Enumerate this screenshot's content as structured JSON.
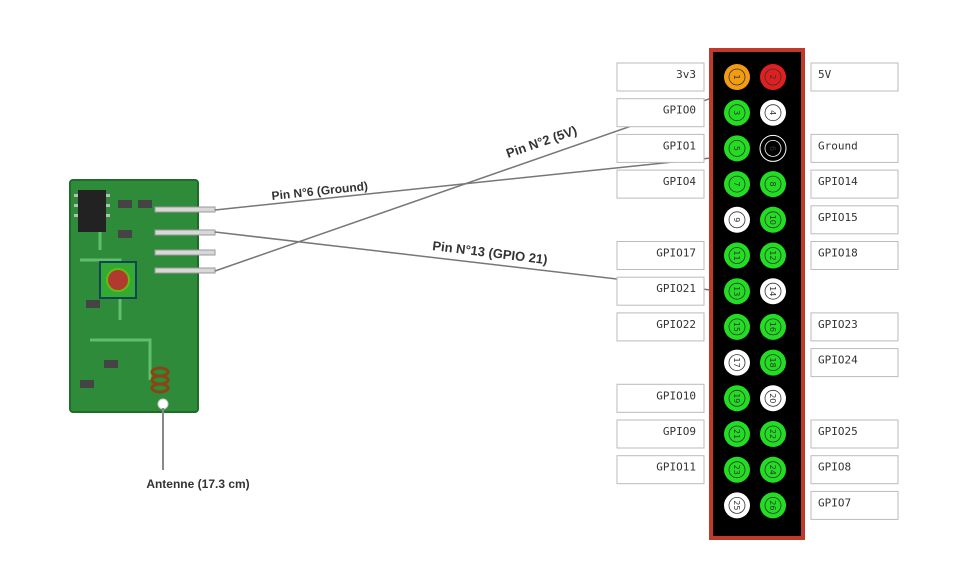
{
  "diagram": {
    "wire_labels": {
      "pin6": "Pin N°6 (Ground)",
      "pin2": "Pin N°2 (5V)",
      "pin13": "Pin N°13 (GPIO 21)"
    },
    "antenna_label": "Antenne (17.3 cm)",
    "pins": [
      {
        "n": "1",
        "color": "orange",
        "side": "left"
      },
      {
        "n": "2",
        "color": "red",
        "side": "right"
      },
      {
        "n": "3",
        "color": "green",
        "side": "left"
      },
      {
        "n": "4",
        "color": "white",
        "side": "right"
      },
      {
        "n": "5",
        "color": "green",
        "side": "left"
      },
      {
        "n": "6",
        "color": "black",
        "side": "right"
      },
      {
        "n": "7",
        "color": "green",
        "side": "left"
      },
      {
        "n": "8",
        "color": "green",
        "side": "right"
      },
      {
        "n": "9",
        "color": "white",
        "side": "left"
      },
      {
        "n": "10",
        "color": "green",
        "side": "right"
      },
      {
        "n": "11",
        "color": "green",
        "side": "left"
      },
      {
        "n": "12",
        "color": "green",
        "side": "right"
      },
      {
        "n": "13",
        "color": "green",
        "side": "left"
      },
      {
        "n": "14",
        "color": "white",
        "side": "right"
      },
      {
        "n": "15",
        "color": "green",
        "side": "left"
      },
      {
        "n": "16",
        "color": "green",
        "side": "right"
      },
      {
        "n": "17",
        "color": "white",
        "side": "left"
      },
      {
        "n": "18",
        "color": "green",
        "side": "right"
      },
      {
        "n": "19",
        "color": "green",
        "side": "left"
      },
      {
        "n": "20",
        "color": "white",
        "side": "right"
      },
      {
        "n": "21",
        "color": "green",
        "side": "left"
      },
      {
        "n": "22",
        "color": "green",
        "side": "right"
      },
      {
        "n": "23",
        "color": "green",
        "side": "left"
      },
      {
        "n": "24",
        "color": "green",
        "side": "right"
      },
      {
        "n": "25",
        "color": "white",
        "side": "left"
      },
      {
        "n": "26",
        "color": "green",
        "side": "right"
      }
    ],
    "left_labels": {
      "row1": "3v3",
      "row2": "GPIO0",
      "row3": "GPIO1",
      "row4": "GPIO4",
      "row6": "GPIO17",
      "row7": "GPIO21",
      "row8": "GPIO22",
      "row10": "GPIO10",
      "row11": "GPIO9",
      "row12": "GPIO11"
    },
    "right_labels": {
      "row1": "5V",
      "row3": "Ground",
      "row4": "GPIO14",
      "row5": "GPIO15",
      "row6": "GPIO18",
      "row8": "GPIO23",
      "row9": "GPIO24",
      "row11": "GPIO25",
      "row12": "GPIO8",
      "row13": "GPIO7"
    },
    "colors": {
      "header_border": "#c0392b",
      "header_fill": "#000000",
      "pin_green": "#22dd22",
      "pin_red": "#e02020",
      "pin_orange": "#f39c12",
      "pin_white": "#ffffff",
      "wire": "#777777",
      "pcb_green": "#2e8b3a"
    }
  }
}
